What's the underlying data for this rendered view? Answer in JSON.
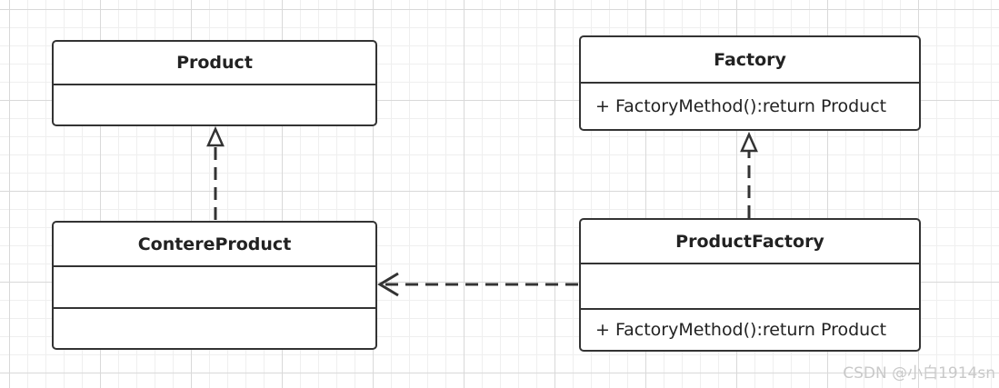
{
  "classes": {
    "product": {
      "name": "Product",
      "members": []
    },
    "factory": {
      "name": "Factory",
      "members": [
        "+ FactoryMethod():return Product"
      ]
    },
    "contere_product": {
      "name": "ContereProduct",
      "members": []
    },
    "product_factory": {
      "name": "ProductFactory",
      "members": [
        "+ FactoryMethod():return Product"
      ]
    }
  },
  "relationships": [
    {
      "from": "ContereProduct",
      "to": "Product",
      "kind": "realization"
    },
    {
      "from": "ProductFactory",
      "to": "Factory",
      "kind": "realization"
    },
    {
      "from": "ProductFactory",
      "to": "ContereProduct",
      "kind": "dependency"
    }
  ],
  "watermark": "CSDN @小白1914sn",
  "colors": {
    "line": "#333333",
    "grid_major": "#d9d9d9",
    "grid_minor": "#efefef",
    "watermark": "#c9c9c9"
  }
}
